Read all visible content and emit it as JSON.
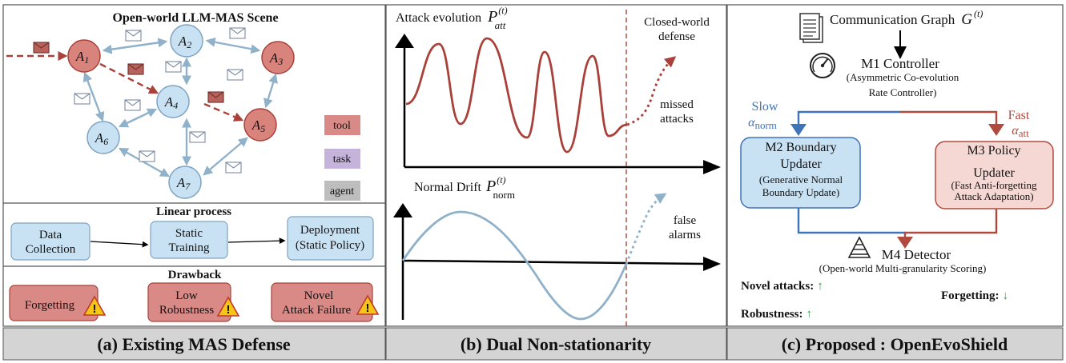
{
  "panel_a": {
    "scene_title": "Open-world LLM-MAS Scene",
    "agents": [
      {
        "id": "A1",
        "letter": "A",
        "sub": "1",
        "type": "malicious"
      },
      {
        "id": "A2",
        "letter": "A",
        "sub": "2",
        "type": "normal"
      },
      {
        "id": "A3",
        "letter": "A",
        "sub": "3",
        "type": "malicious"
      },
      {
        "id": "A4",
        "letter": "A",
        "sub": "4",
        "type": "normal"
      },
      {
        "id": "A5",
        "letter": "A",
        "sub": "5",
        "type": "malicious"
      },
      {
        "id": "A6",
        "letter": "A",
        "sub": "6",
        "type": "normal"
      },
      {
        "id": "A7",
        "letter": "A",
        "sub": "7",
        "type": "normal"
      }
    ],
    "legend": [
      {
        "label": "tool",
        "color": "#d98a86"
      },
      {
        "label": "task",
        "color": "#c5b3dc"
      },
      {
        "label": "agent",
        "color": "#bdbdbd"
      }
    ],
    "linear_process_title": "Linear process",
    "process_steps": [
      {
        "lines": [
          "Data",
          "Collection"
        ]
      },
      {
        "lines": [
          "Static",
          "Training"
        ]
      },
      {
        "lines": [
          "Deployment",
          "(Static Policy)"
        ]
      }
    ],
    "drawback_title": "Drawback",
    "drawbacks": [
      {
        "lines": [
          "Forgetting"
        ]
      },
      {
        "lines": [
          "Low",
          "Robustness"
        ]
      },
      {
        "lines": [
          "Novel",
          "Attack Failure"
        ]
      }
    ],
    "caption": "(a) Existing MAS Defense"
  },
  "panel_b": {
    "attack_label": "Attack evolution",
    "attack_symbol": "P",
    "attack_sup": "(t)",
    "attack_sub": "att",
    "closed_world": [
      "Closed-world",
      "defense"
    ],
    "missed": [
      "missed",
      "attacks"
    ],
    "normal_label": "Normal Drift",
    "normal_symbol": "P",
    "normal_sup": "(t)",
    "normal_sub": "norm",
    "false_alarms": [
      "false",
      "alarms"
    ],
    "caption": "(b) Dual Non-stationarity"
  },
  "panel_c": {
    "graph_label": "Communication Graph",
    "graph_symbol": "G",
    "graph_sup": "(t)",
    "m1_title": "M1 Controller",
    "m1_desc": [
      "(Asymmetric Co-evolution",
      "Rate Controller)"
    ],
    "slow": "Slow",
    "slow_sym": "α",
    "slow_sub": "norm",
    "fast": "Fast",
    "fast_sym": "α",
    "fast_sub": "att",
    "m2_title": [
      "M2 Boundary",
      "Updater"
    ],
    "m2_desc": [
      "(Generative Normal",
      "Boundary Update)"
    ],
    "m3_title": [
      "M3 Policy",
      "Updater"
    ],
    "m3_desc": [
      "(Fast Anti-forgetting",
      "Attack Adaptation)"
    ],
    "m4_title": "M4 Detector",
    "m4_desc": "(Open-world Multi-granularity Scoring)",
    "results": [
      {
        "label": "Novel attacks:",
        "arrow": "↑"
      },
      {
        "label": "Robustness:",
        "arrow": "↑"
      },
      {
        "label": "Forgetting:",
        "arrow": "↓"
      }
    ],
    "caption": "(c) Proposed : OpenEvoShield"
  },
  "colors": {
    "agent_normal": "#c9e2f3",
    "agent_malicious": "#d9837d",
    "attack_curve": "#a9413a",
    "normal_curve": "#8fb1c9",
    "slow_blue": "#3f74b9",
    "fast_red": "#b04a3f",
    "caption_bg": "#d4d4d4"
  }
}
